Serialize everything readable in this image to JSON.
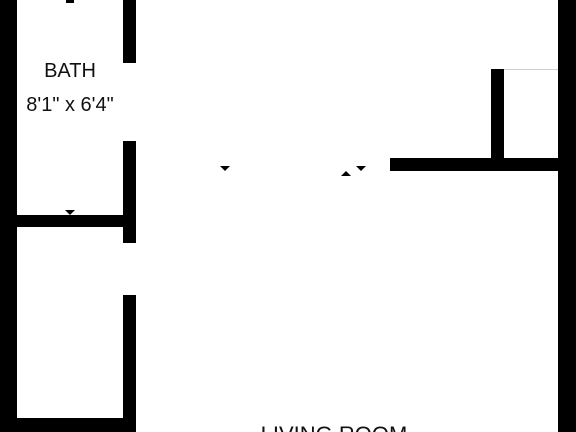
{
  "floor_plan": {
    "rooms": [
      {
        "name": "BATH",
        "dimensions": "8'1\" x 6'4\""
      },
      {
        "name": "LIVING ROOM"
      }
    ],
    "colors": {
      "wall": "#000000",
      "background": "#ffffff",
      "opening_edge": "#cfcfcf",
      "text": "#111111"
    }
  }
}
